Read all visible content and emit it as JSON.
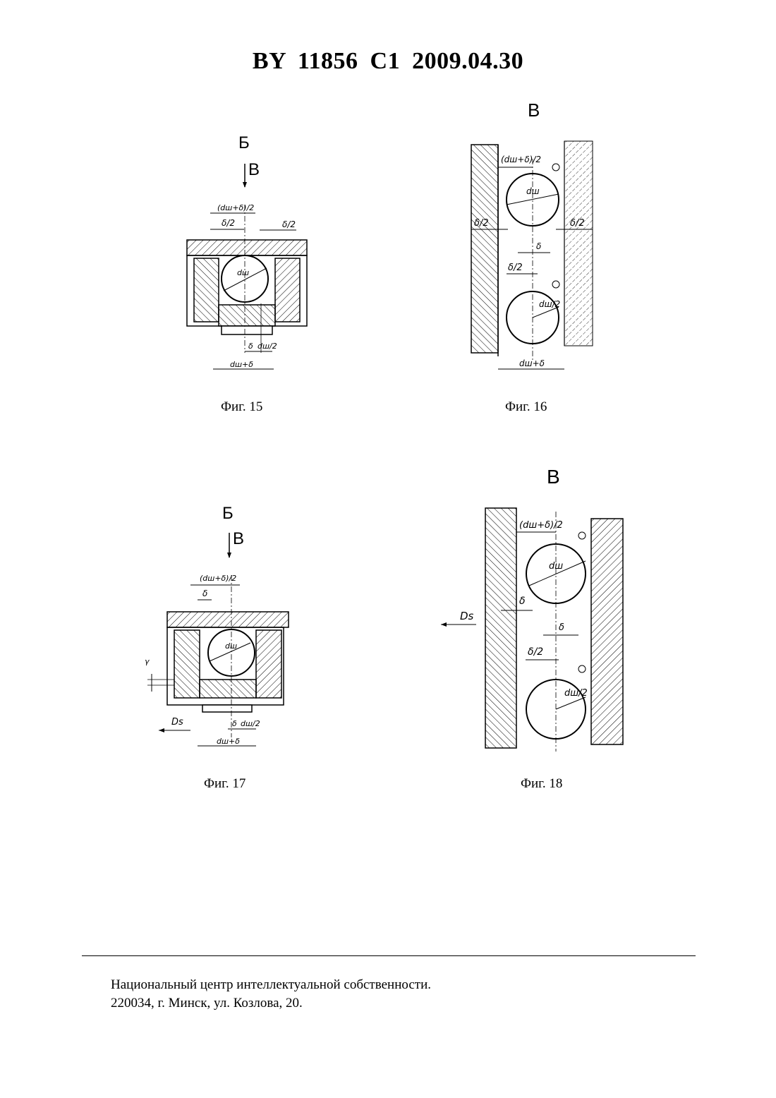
{
  "header": {
    "text": "BY  11856  C1  2009.04.30"
  },
  "figures": [
    {
      "caption": "Фиг. 15",
      "view_label": "Б",
      "arrow_label": "В",
      "dims": [
        "(dш+δ)/2",
        "δ/2",
        "δ/2",
        "dш",
        "δ",
        "dш/2",
        "dш+δ"
      ]
    },
    {
      "caption": "Фиг. 16",
      "view_label": "В",
      "dims": [
        "(dш+δ)/2",
        "dш",
        "δ/2",
        "δ/2",
        "δ",
        "δ/2",
        "dш/2",
        "dш+δ"
      ]
    },
    {
      "caption": "Фиг. 17",
      "view_label": "Б",
      "arrow_label": "В",
      "dims": [
        "(dш+δ)/2",
        "δ",
        "dш",
        "γ",
        "Ds",
        "δ",
        "dш/2",
        "dш+δ"
      ]
    },
    {
      "caption": "Фиг. 18",
      "view_label": "В",
      "dims": [
        "(dш+δ)/2",
        "dш",
        "δ",
        "Ds",
        "δ",
        "δ/2",
        "dш/2"
      ]
    }
  ],
  "footer": {
    "line1": "Национальный центр интеллектуальной собственности.",
    "line2": "220034, г. Минск, ул. Козлова, 20."
  }
}
